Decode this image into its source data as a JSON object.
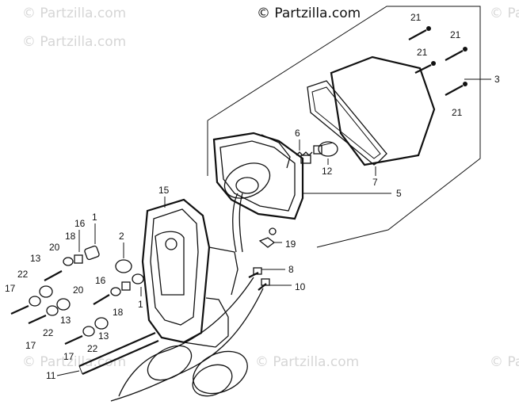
{
  "watermarks": {
    "main": "© Partzilla.com",
    "faint": "© Partzilla.com"
  },
  "callouts": {
    "c21a": "21",
    "c21b": "21",
    "c21c": "21",
    "c21d": "21",
    "c3": "3",
    "c5": "5",
    "c6": "6",
    "c7": "7",
    "c12": "12",
    "c15": "15",
    "c19": "19",
    "c8": "8",
    "c10": "10",
    "c2": "2",
    "c1a": "1",
    "c1b": "1",
    "c16a": "16",
    "c16b": "16",
    "c18a": "18",
    "c18b": "18",
    "c20a": "20",
    "c20b": "20",
    "c13a": "13",
    "c13b": "13",
    "c13c": "13",
    "c22a": "22",
    "c22b": "22",
    "c22c": "22",
    "c17a": "17",
    "c17b": "17",
    "c17c": "17",
    "c11": "11"
  },
  "colors": {
    "ink": "#111111",
    "watermark": "#d6d6d6",
    "background": "#ffffff"
  }
}
